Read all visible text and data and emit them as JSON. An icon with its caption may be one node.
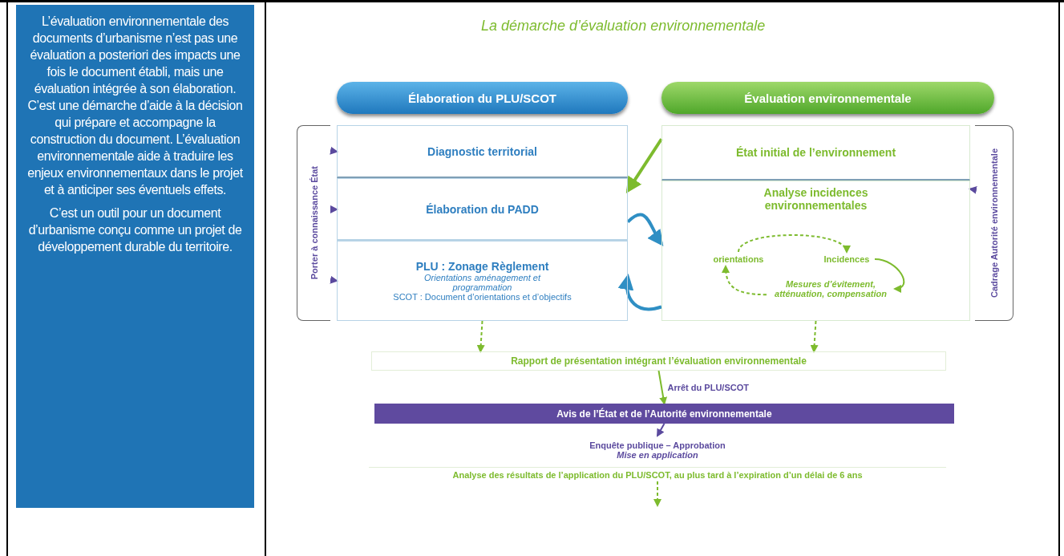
{
  "diagram": {
    "title": "La démarche d’évaluation environnementale",
    "nodes": [
      {
        "text": [
          "L’évaluation environnementale des documents d’urbanisme n’est pas une évaluation a posteriori des impacts une fois le document établi, mais une évaluation intégrée à son élaboration. C’est une démarche d’aide à la décision qui prépare et accompagne la construction du document. L’évaluation environnementale aide à traduire les enjeux environnementaux dans le projet et à anticiper ses éventuels effets.",
          "C’est un outil pour un document d’urbanisme conçu comme un projet de développement durable du territoire."
        ]
      },
      {
        "text": [
          "Élaboration du PLU/SCOT"
        ]
      },
      {
        "text": [
          "Évaluation environnementale"
        ]
      },
      {
        "text": [
          "Porter à connaissance État"
        ]
      },
      {
        "text": [
          "Diagnostic territorial"
        ]
      },
      {
        "text": [
          "Élaboration du PADD"
        ]
      },
      {
        "text": [
          "PLU : Zonage Règlement",
          "Orientations aménagement et programmation",
          "SCOT : Document d’orientations et d’objectifs"
        ]
      },
      {
        "text": [
          "État initial de l’environnement"
        ]
      },
      {
        "text": [
          "Analyse incidences environnementales"
        ]
      },
      {
        "text": [
          "orientations"
        ],
        "in": 8
      },
      {
        "text": [
          "Incidences"
        ],
        "in": 8
      },
      {
        "text": [
          "Mesures d’évitement, atténuation, compensation"
        ],
        "in": 8
      },
      {
        "text": [
          "Cadrage Autorité environnementale"
        ]
      },
      {
        "text": [
          "Rapport de présentation intégrant l’évaluation environnementale"
        ]
      },
      {
        "text": [
          "Avis de l’État et de l’Autorité environnementale"
        ]
      },
      {
        "text": [
          "Enquête publique – Approbation",
          "Mise en application"
        ]
      },
      {
        "text": [
          "Analyse des résultats de l’application du PLU/SCOT, au plus tard à l’expiration d’un délai de 6 ans"
        ]
      }
    ],
    "edges": [
      {
        "from": 3,
        "to": 4,
        "arrow": "to",
        "color": "#5b4a9e"
      },
      {
        "from": 3,
        "to": 5,
        "arrow": "to",
        "color": "#5b4a9e"
      },
      {
        "from": 3,
        "to": 6,
        "arrow": "to",
        "color": "#5b4a9e"
      },
      {
        "from": 12,
        "to": 8,
        "arrow": "to",
        "color": "#5b4a9e"
      },
      {
        "from": 7,
        "to": 5,
        "arrow": "to",
        "style": "thick"
      },
      {
        "from": 5,
        "to": 8,
        "arrow": "to",
        "style": "thick",
        "color": "#2f8fc4"
      },
      {
        "from": 8,
        "to": 6,
        "arrow": "to",
        "style": "thick",
        "color": "#2f8fc4"
      },
      {
        "from": 9,
        "to": 10,
        "arrow": "to",
        "style": "dashed"
      },
      {
        "from": 10,
        "to": 11,
        "arrow": "to"
      },
      {
        "from": 11,
        "to": 9,
        "arrow": "to",
        "style": "dashed"
      },
      {
        "from": 6,
        "to": 13,
        "arrow": "to",
        "style": "dashed"
      },
      {
        "from": 8,
        "to": 13,
        "arrow": "to",
        "style": "dashed"
      },
      {
        "from": 13,
        "to": 14,
        "arrow": "to",
        "label": "Arrêt du PLU/SCOT"
      },
      {
        "from": 14,
        "to": 15,
        "arrow": "to",
        "color": "#5b4a9e"
      },
      {
        "from": 16,
        "to": null,
        "arrow": "to",
        "style": "dashed"
      }
    ]
  }
}
